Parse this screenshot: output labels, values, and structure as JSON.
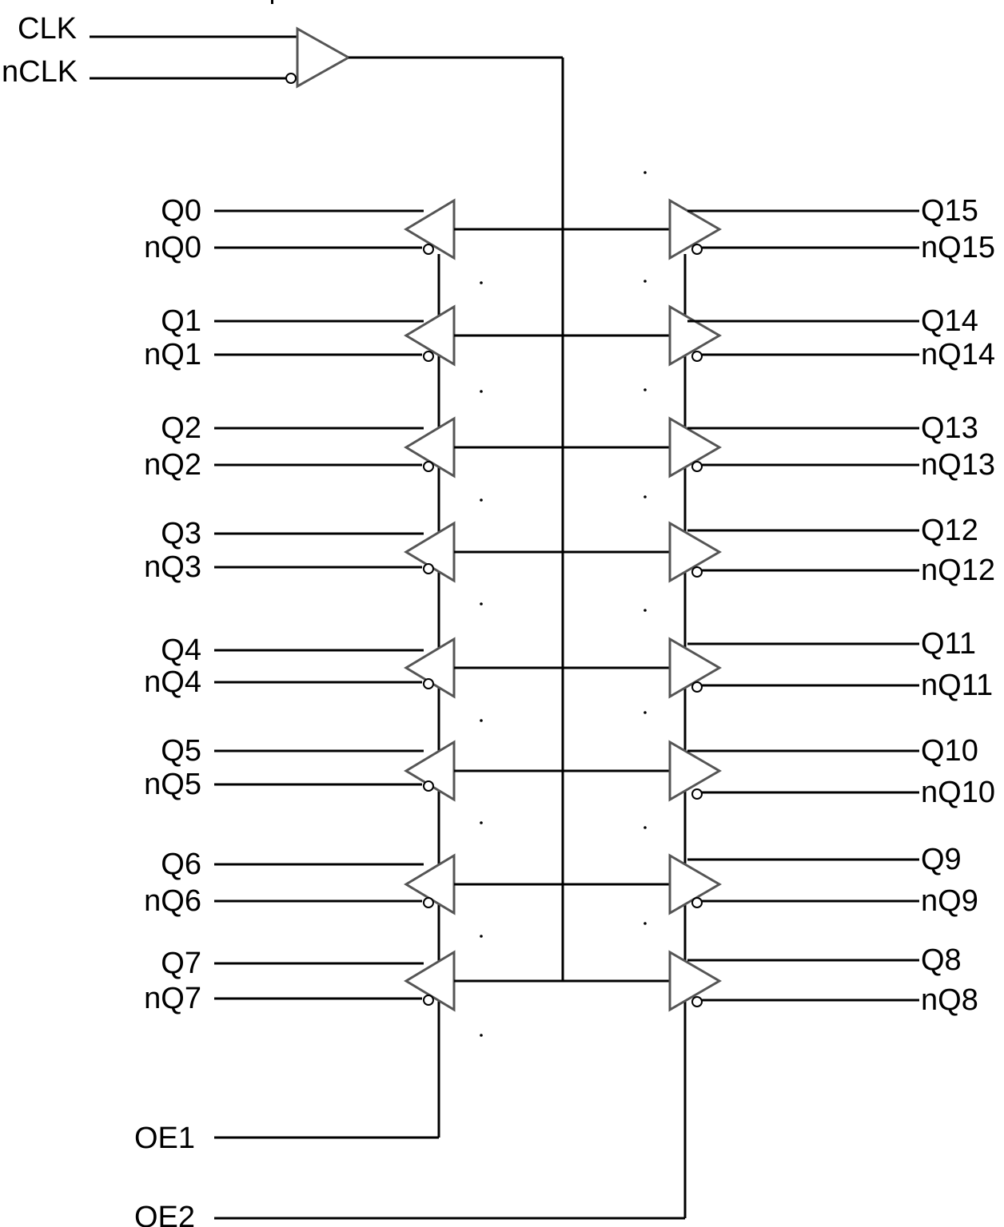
{
  "inputs": {
    "clk": "CLK",
    "nclk": "nCLK"
  },
  "left_outputs": [
    {
      "q": "Q0",
      "nq": "nQ0"
    },
    {
      "q": "Q1",
      "nq": "nQ1"
    },
    {
      "q": "Q2",
      "nq": "nQ2"
    },
    {
      "q": "Q3",
      "nq": "nQ3"
    },
    {
      "q": "Q4",
      "nq": "nQ4"
    },
    {
      "q": "Q5",
      "nq": "nQ5"
    },
    {
      "q": "Q6",
      "nq": "nQ6"
    },
    {
      "q": "Q7",
      "nq": "nQ7"
    }
  ],
  "right_outputs": [
    {
      "q": "Q15",
      "nq": "nQ15"
    },
    {
      "q": "Q14",
      "nq": "nQ14"
    },
    {
      "q": "Q13",
      "nq": "nQ13"
    },
    {
      "q": "Q12",
      "nq": "nQ12"
    },
    {
      "q": "Q11",
      "nq": "nQ11"
    },
    {
      "q": "Q10",
      "nq": "nQ10"
    },
    {
      "q": "Q9",
      "nq": "nQ9"
    },
    {
      "q": "Q8",
      "nq": "nQ8"
    }
  ],
  "enables": {
    "oe1": "OE1",
    "oe2": "OE2"
  }
}
